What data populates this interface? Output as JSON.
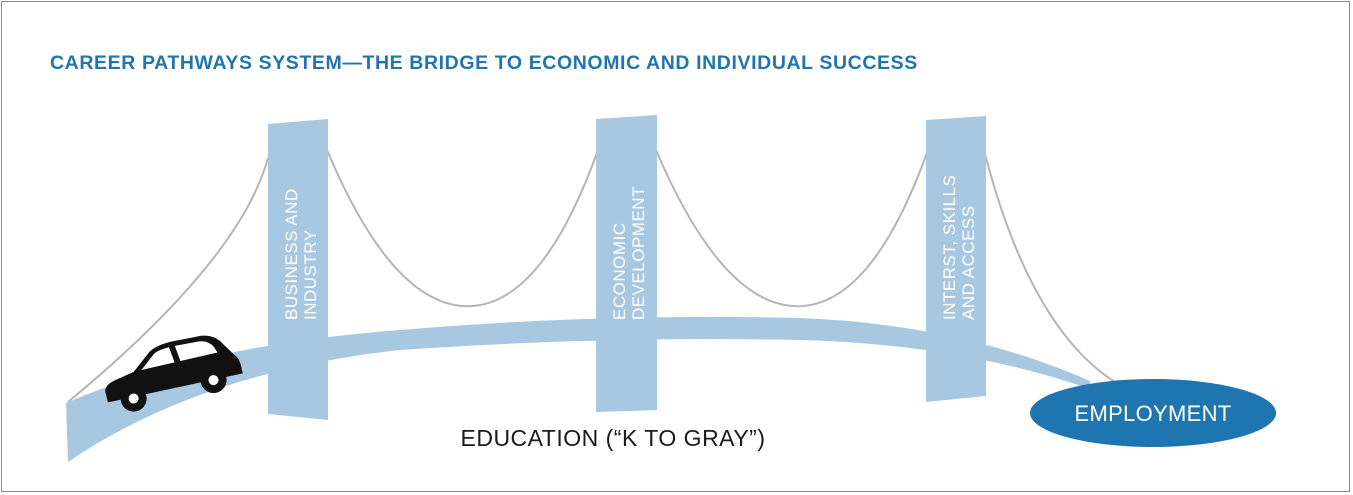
{
  "title": "CAREER PATHWAYS SYSTEM—THE BRIDGE TO ECONOMIC AND INDIVIDUAL SUCCESS",
  "pillars": [
    {
      "line1": "BUSINESS AND",
      "line2": "INDUSTRY"
    },
    {
      "line1": "ECONOMIC",
      "line2": "DEVELOPMENT"
    },
    {
      "line1": "INTERST, SKILLS",
      "line2": "AND ACCESS"
    }
  ],
  "road_label": "EDUCATION (“K TO GRAY”)",
  "destination_label": "EMPLOYMENT",
  "vehicle_icon": "car-icon",
  "colors": {
    "title": "#1f75b0",
    "bridge": "#a8c8e2",
    "cable": "#b5b5b5",
    "destination": "#1f75b0",
    "car": "#111111"
  }
}
